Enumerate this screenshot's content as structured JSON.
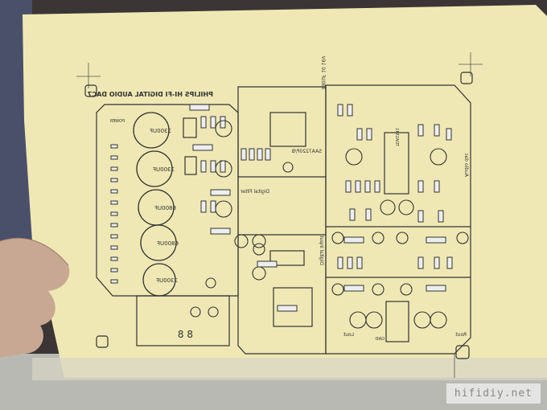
{
  "board": {
    "title": "PHILIPS HI-FI DIGITAL AUDIO DAC7",
    "caps": [
      "3300UF",
      "3300UF",
      "6800UF",
      "6800UF",
      "3300UF"
    ],
    "power_label": "POWER",
    "chip_label": "SAA7220P/B",
    "cap_note": "330UF 10 16V",
    "digital_filter": "Digital Filter",
    "digital_input": "Digital input",
    "audio_dac": "Audio dac",
    "lout": "Lout",
    "rout": "Rout",
    "gnd": "GND",
    "display_digits": "8 8",
    "dac_chip": "TDA1541"
  },
  "watermark": "hifidiy.net",
  "colors": {
    "paper": "#efe8b4",
    "ink": "#3a3a3a",
    "background": "#3a3434",
    "skin": "#c9a893"
  }
}
